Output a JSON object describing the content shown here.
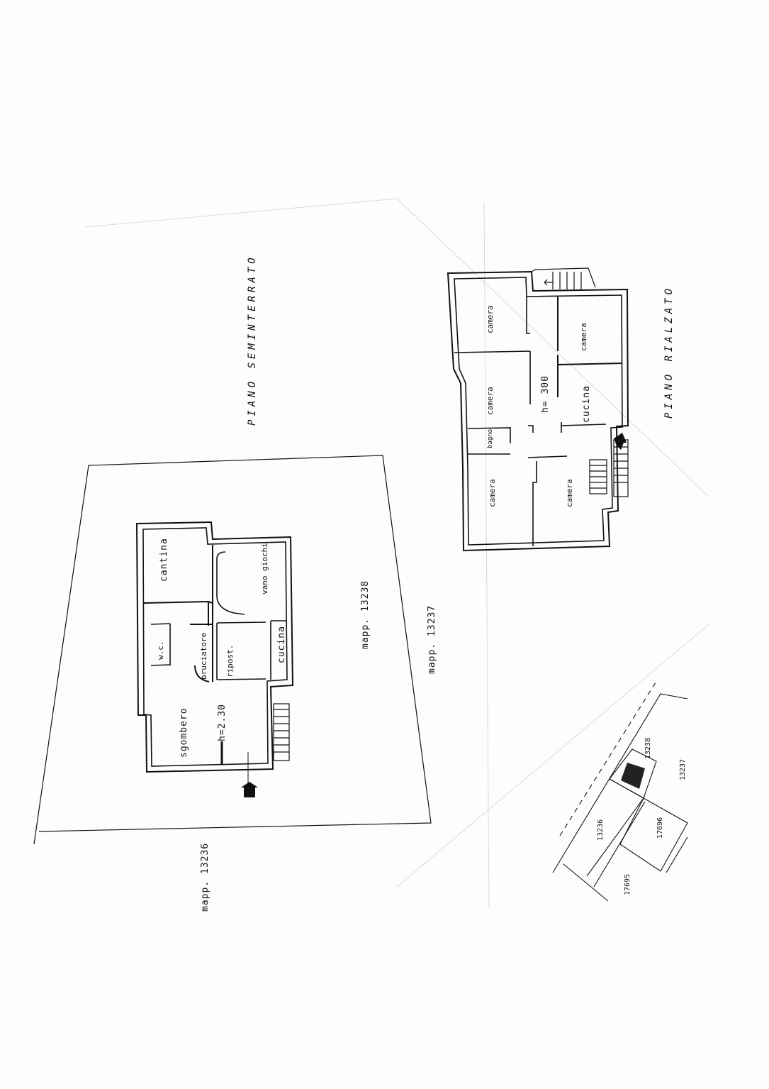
{
  "document": {
    "type": "floor plan (scanned, rotated 90°)"
  },
  "basement_plan": {
    "title": "PIANO SEMINTERRATO",
    "height_label": "h=2.30",
    "rooms": [
      {
        "id": "cantina",
        "label": "cantina"
      },
      {
        "id": "vano_giochi",
        "label": "vano giochi"
      },
      {
        "id": "wc",
        "label": "w.c."
      },
      {
        "id": "bruciatore",
        "label": "bruciatore"
      },
      {
        "id": "ripost",
        "label": "ripost."
      },
      {
        "id": "cucina",
        "label": "cucina"
      },
      {
        "id": "sgombero",
        "label": "sgombero"
      }
    ],
    "parcels": [
      {
        "label": "mapp. 13238"
      },
      {
        "label": "mapp. 13237"
      },
      {
        "label": "mapp. 13236"
      }
    ]
  },
  "ground_plan": {
    "title": "PIANO RIALZATO",
    "height_label": "h= 300",
    "rooms": [
      {
        "id": "camera_1",
        "label": "camera"
      },
      {
        "id": "camera_2",
        "label": "camera"
      },
      {
        "id": "camera_3",
        "label": "camera"
      },
      {
        "id": "cucina",
        "label": "cucina"
      },
      {
        "id": "bagno",
        "label": "bagno"
      },
      {
        "id": "camera_4",
        "label": "camera"
      },
      {
        "id": "camera_5",
        "label": "camera"
      }
    ]
  },
  "site_map": {
    "parcels": [
      {
        "label": "13238"
      },
      {
        "label": "13237"
      },
      {
        "label": "13236"
      },
      {
        "label": "17696"
      },
      {
        "label": "17695"
      }
    ]
  },
  "icons": {
    "entrance": "entrance-arrow-icon",
    "stairs": "stairs-icon"
  }
}
